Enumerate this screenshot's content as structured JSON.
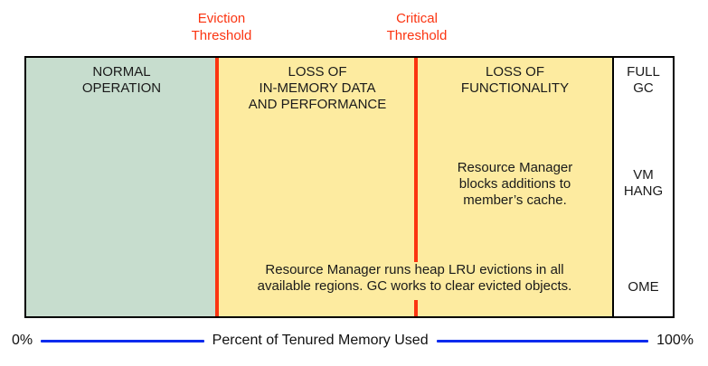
{
  "thresholds": {
    "eviction_label": "Eviction\nThreshold",
    "critical_label": "Critical\nThreshold"
  },
  "regions": {
    "normal": {
      "heading": "NORMAL\nOPERATION"
    },
    "eviction": {
      "heading": "LOSS OF\nIN-MEMORY DATA\nAND PERFORMANCE",
      "note": "Resource Manager runs heap LRU evictions in all\navailable regions. GC works to clear evicted objects."
    },
    "critical": {
      "heading": "LOSS OF\nFUNCTIONALITY",
      "note": "Resource Manager\nblocks additions to\nmember’s cache."
    }
  },
  "outcomes": {
    "full_gc": "FULL\nGC",
    "vm_hang": "VM\nHANG",
    "ome": "OME"
  },
  "axis": {
    "left_label": "0%",
    "title": "Percent of Tenured Memory Used",
    "right_label": "100%"
  },
  "colors": {
    "normal_region": "#c7ddce",
    "eviction_region": "#fdeba0",
    "critical_region": "#dda0af",
    "threshold_line": "#fb3411",
    "axis_line": "#0b2bee",
    "border": "#000000",
    "text": "#1a1a1a"
  }
}
